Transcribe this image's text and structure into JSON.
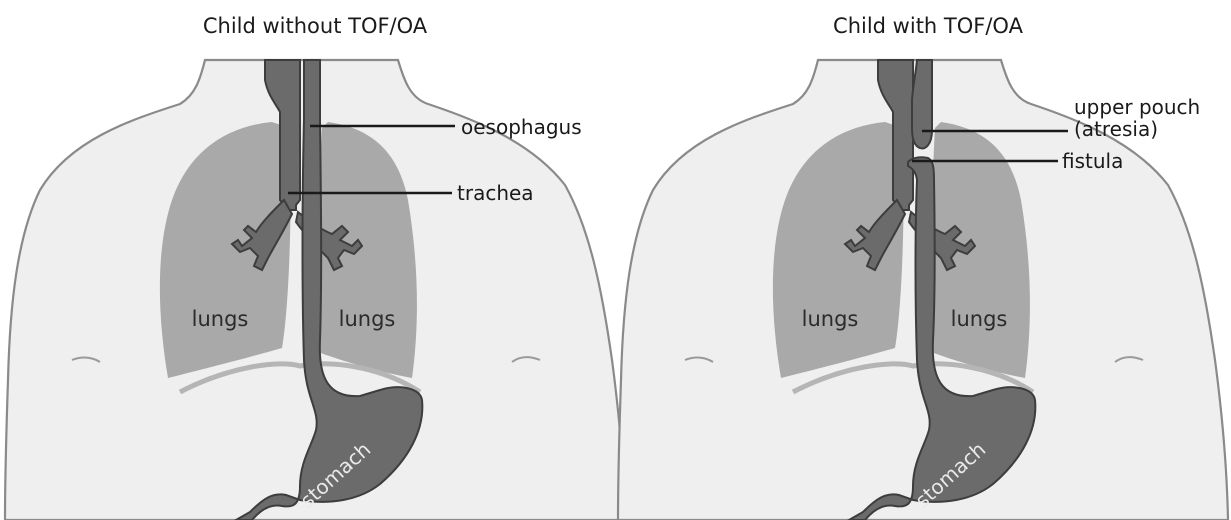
{
  "panels": [
    {
      "title": "Child without TOF/OA",
      "labels": {
        "oesophagus": "oesophagus",
        "trachea": "trachea",
        "lungs_left": "lungs",
        "lungs_right": "lungs",
        "stomach": "stomach"
      }
    },
    {
      "title": "Child with TOF/OA",
      "labels": {
        "upper_pouch": "upper pouch",
        "atresia": "(atresia)",
        "fistula": "fistula",
        "lungs_left": "lungs",
        "lungs_right": "lungs",
        "stomach": "stomach"
      }
    }
  ]
}
